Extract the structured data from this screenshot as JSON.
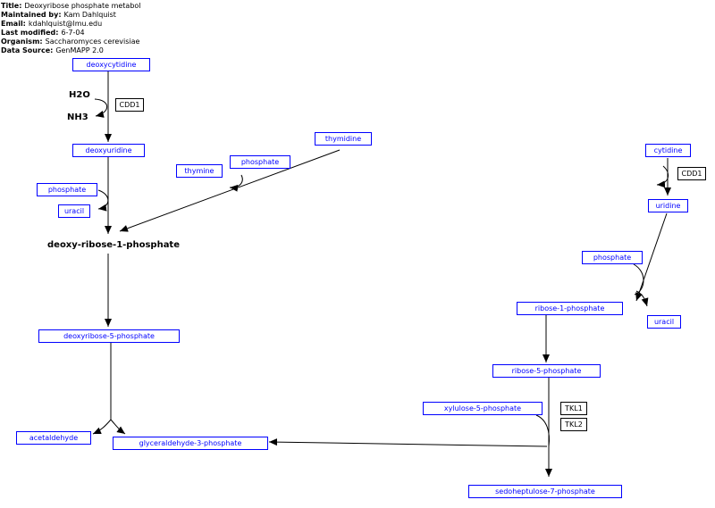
{
  "header": {
    "title_key": "Title:",
    "title": "Deoxyribose phosphate metabol",
    "maintainer_key": "Maintained by:",
    "maintainer": "Kam Dahlquist",
    "email_key": "Email:",
    "email": "kdahlquist@lmu.edu",
    "modified_key": "Last modified:",
    "modified": "6-7-04",
    "organism_key": "Organism:",
    "organism": "Saccharomyces cerevisiae",
    "source_key": "Data Source:",
    "source": "GenMAPP 2.0"
  },
  "nodes": {
    "deoxycytidine": "deoxycytidine",
    "deoxyuridine": "deoxyuridine",
    "phosphate_left": "phosphate",
    "uracil_left": "uracil",
    "thymine": "thymine",
    "phosphate_mid": "phosphate",
    "thymidine": "thymidine",
    "deoxyribose_5_phosphate": "deoxyribose-5-phosphate",
    "acetaldehyde": "acetaldehyde",
    "glyceraldehyde_3_phosphate": "glyceraldehyde-3-phosphate",
    "cytidine": "cytidine",
    "uridine": "uridine",
    "phosphate_right": "phosphate",
    "ribose_1_phosphate": "ribose-1-phosphate",
    "uracil_right": "uracil",
    "ribose_5_phosphate": "ribose-5-phosphate",
    "xylulose_5_phosphate": "xylulose-5-phosphate",
    "sedoheptulose_7_phosphate": "sedoheptulose-7-phosphate"
  },
  "genes": {
    "cdd1_left": "CDD1",
    "cdd1_right": "CDD1",
    "tkl1": "TKL1",
    "tkl2": "TKL2"
  },
  "labels": {
    "h2o": "H2O",
    "nh3": "NH3",
    "deoxy_ribose_1_phosphate": "deoxy-ribose-1-phosphate"
  }
}
